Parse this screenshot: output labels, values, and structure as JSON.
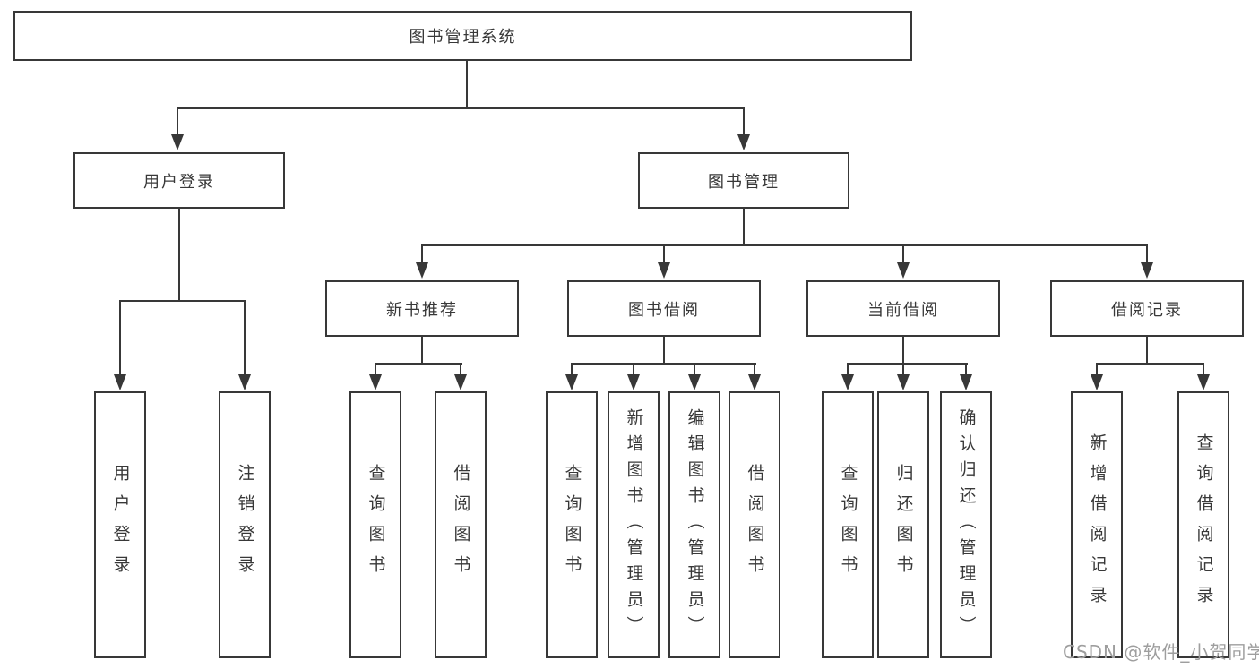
{
  "diagram": {
    "root": {
      "label": "图书管理系统"
    },
    "branches": [
      {
        "label": "用户登录",
        "children": [
          {
            "label": "用户登录"
          },
          {
            "label": "注销登录"
          }
        ]
      },
      {
        "label": "图书管理",
        "children": [
          {
            "label": "新书推荐",
            "children": [
              {
                "label": "查询图书"
              },
              {
                "label": "借阅图书"
              }
            ]
          },
          {
            "label": "图书借阅",
            "children": [
              {
                "label": "查询图书"
              },
              {
                "label": "新增图书（管理员）"
              },
              {
                "label": "编辑图书（管理员）"
              },
              {
                "label": "借阅图书"
              }
            ]
          },
          {
            "label": "当前借阅",
            "children": [
              {
                "label": "查询图书"
              },
              {
                "label": "归还图书"
              },
              {
                "label": "确认归还（管理员）"
              }
            ]
          },
          {
            "label": "借阅记录",
            "children": [
              {
                "label": "新增借阅记录"
              },
              {
                "label": "查询借阅记录"
              }
            ]
          }
        ]
      }
    ]
  },
  "watermark": {
    "text": "CSDN @软件_小贺同学"
  },
  "colors": {
    "line": "#383838",
    "border": "#383838",
    "text": "#383838",
    "watermark": "#9e9e9e",
    "background": "#ffffff"
  }
}
